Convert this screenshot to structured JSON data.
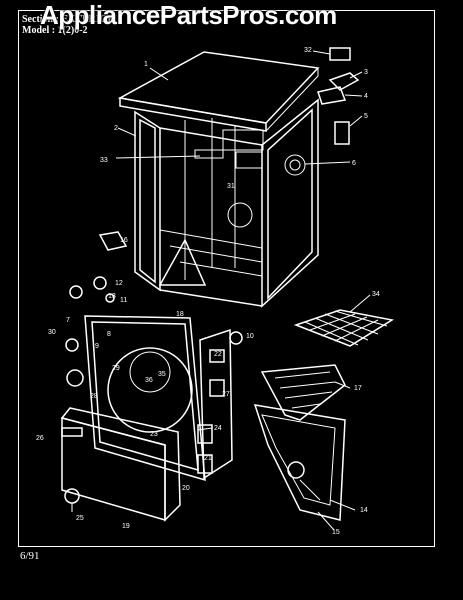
{
  "header": {
    "section_line": "Section : EXTERIOR",
    "model_line": "Model : 1(2)0-2"
  },
  "watermark": "AppliancePartsPros.com",
  "footer": {
    "date": "6/91"
  },
  "callouts": {
    "c1": "1",
    "c2": "2",
    "c3": "3",
    "c4": "4",
    "c5": "5",
    "c6": "6",
    "c7": "7",
    "c8": "8",
    "c9": "9",
    "c10": "10",
    "c11": "11",
    "c12": "12",
    "c13": "13",
    "c14": "14",
    "c15": "15",
    "c16": "16",
    "c17": "17",
    "c18": "18",
    "c19": "19",
    "c20": "20",
    "c21": "21",
    "c22": "22",
    "c23": "23",
    "c24": "24",
    "c25": "25",
    "c26": "26",
    "c27": "27",
    "c28": "28",
    "c29": "29",
    "c30": "30",
    "c31": "31",
    "c32": "32",
    "c33": "33",
    "c34": "34",
    "c35": "35",
    "c36": "36"
  },
  "colors": {
    "background": "#000000",
    "line": "#ffffff"
  }
}
